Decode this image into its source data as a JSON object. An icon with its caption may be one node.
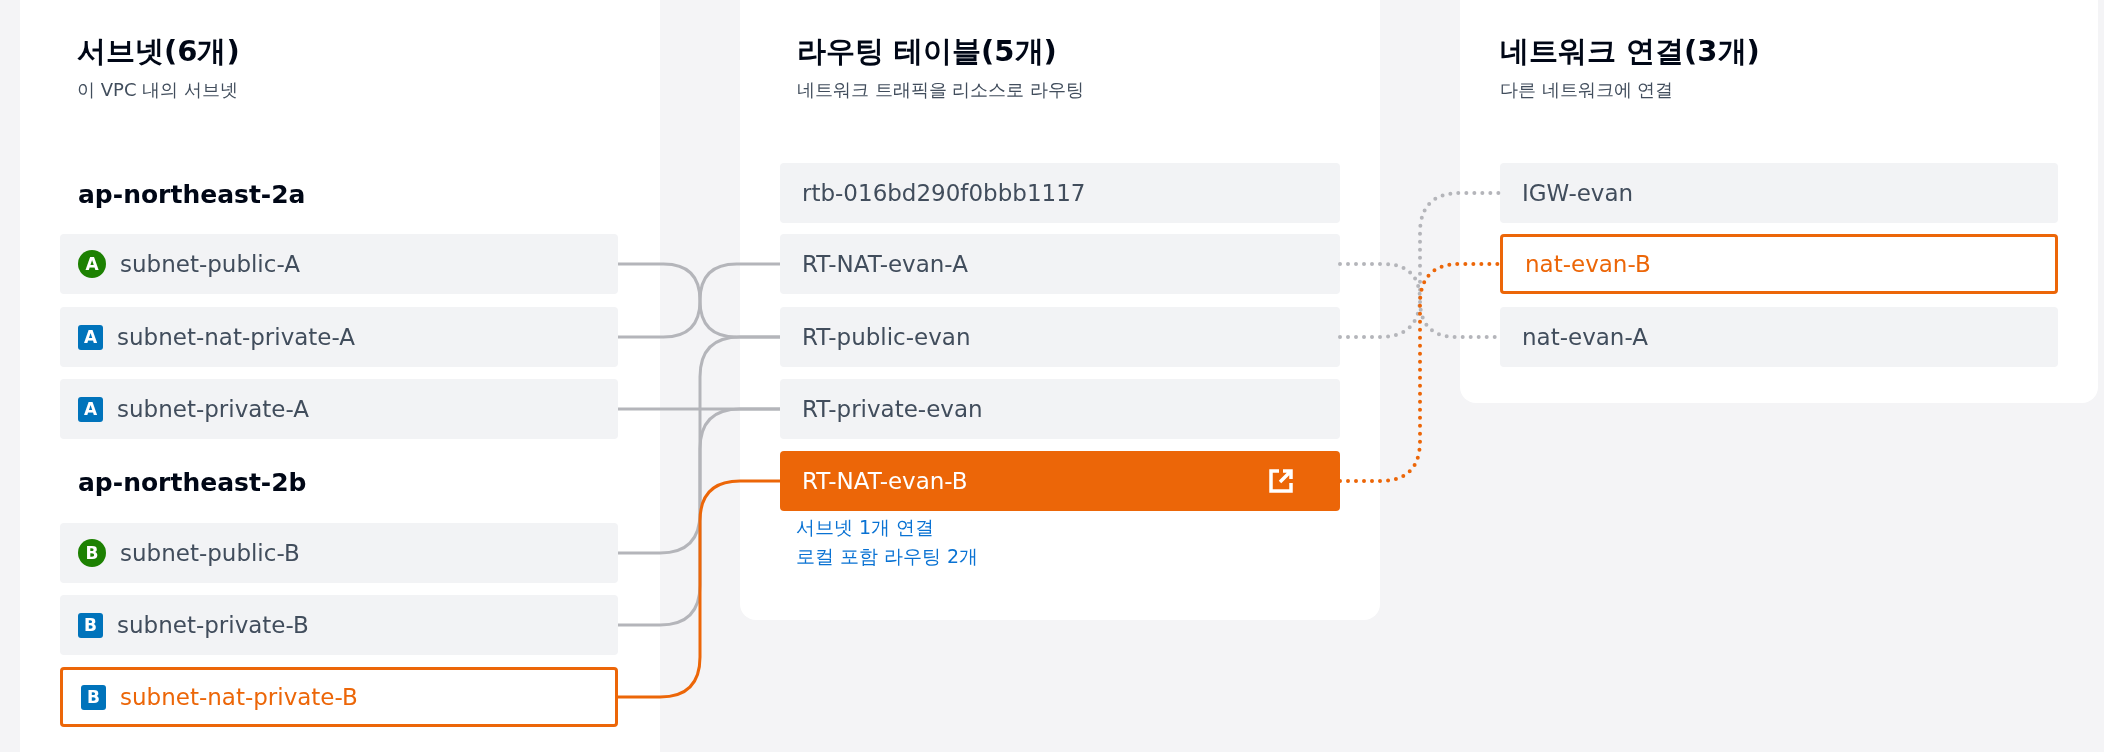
{
  "diagram": {
    "nodes": [
      {
        "text": [
          "서브넷(6개)",
          "이 VPC 내의 서브넷"
        ]
      },
      {
        "text": [
          "A",
          "subnet-public-A"
        ],
        "in": 0
      },
      {
        "text": [
          "A",
          "subnet-nat-private-A"
        ],
        "in": 0
      },
      {
        "text": [
          "A",
          "subnet-private-A"
        ],
        "in": 0
      },
      {
        "text": [
          "B",
          "subnet-public-B"
        ],
        "in": 0
      },
      {
        "text": [
          "B",
          "subnet-private-B"
        ],
        "in": 0
      },
      {
        "text": [
          "B",
          "subnet-nat-private-B"
        ],
        "in": 0
      },
      {
        "text": [
          "라우팅 테이블(5개)",
          "네트워크 트래픽을 리소스로 라우팅"
        ]
      },
      {
        "text": [
          "rtb-016bd290f0bbb1117"
        ],
        "in": 7
      },
      {
        "text": [
          "RT-NAT-evan-A"
        ],
        "in": 7
      },
      {
        "text": [
          "RT-public-evan"
        ],
        "in": 7
      },
      {
        "text": [
          "RT-private-evan"
        ],
        "in": 7
      },
      {
        "text": [
          "RT-NAT-evan-B"
        ],
        "in": 7,
        "beside": [
          "서브넷 1개 연결",
          "로컬 포함 라우팅 2개"
        ]
      },
      {
        "text": [
          "네트워크 연결(3개)",
          "다른 네트워크에 연결"
        ]
      },
      {
        "text": [
          "IGW-evan"
        ],
        "in": 13
      },
      {
        "text": [
          "nat-evan-B"
        ],
        "in": 13
      },
      {
        "text": [
          "nat-evan-A"
        ],
        "in": 13
      }
    ],
    "edges": [
      {
        "from": 1,
        "to": 10,
        "arrow": "none"
      },
      {
        "from": 2,
        "to": 9,
        "arrow": "none"
      },
      {
        "from": 3,
        "to": 11,
        "arrow": "none"
      },
      {
        "from": 4,
        "to": 10,
        "arrow": "none"
      },
      {
        "from": 5,
        "to": 11,
        "arrow": "none"
      },
      {
        "from": 6,
        "to": 12,
        "arrow": "none",
        "color": "#ec6608"
      },
      {
        "from": 10,
        "to": 14,
        "arrow": "none",
        "style": "dashed"
      },
      {
        "from": 9,
        "to": 16,
        "arrow": "none",
        "style": "dashed"
      },
      {
        "from": 12,
        "to": 15,
        "arrow": "none",
        "style": "dashed",
        "color": "#ec6608"
      }
    ],
    "labels": [
      "ap-northeast-2a",
      "ap-northeast-2b"
    ]
  }
}
